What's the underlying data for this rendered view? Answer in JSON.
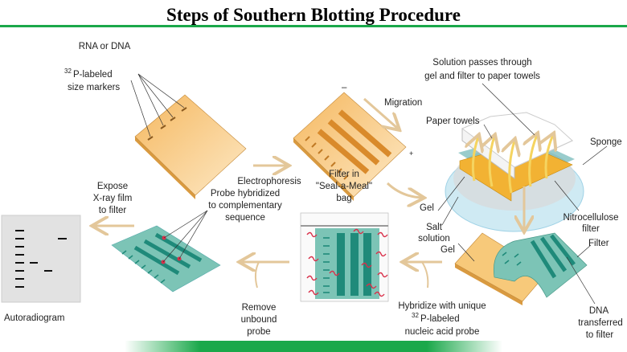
{
  "title": "Steps of Southern Blotting Procedure",
  "labels": {
    "rna_dna": "RNA or DNA",
    "markers_sup": "32",
    "markers_l1": "P-labeled",
    "markers_l2": "size markers",
    "electrophoresis": "Electrophoresis",
    "minus": "–",
    "plus": "+",
    "migration": "Migration",
    "solution_l1": "Solution passes through",
    "solution_l2": "gel and filter to paper towels",
    "paper_towels": "Paper towels",
    "sponge": "Sponge",
    "gel_dish": "Gel",
    "salt_l1": "Salt",
    "salt_l2": "solution",
    "nitro_l1": "Nitrocellulose",
    "nitro_l2": "filter",
    "gel_transfer": "Gel",
    "filter": "Filter",
    "dna_l1": "DNA",
    "dna_l2": "transferred",
    "dna_l3": "to filter",
    "hyb_l1": "Hybridize with unique",
    "hyb_sup": "32",
    "hyb_l2": "P-labeled",
    "hyb_l3": "nucleic acid probe",
    "bag_l1": "Filter in",
    "bag_l2": "\"Seal-a-Meal\"",
    "bag_l3": "bag",
    "remove_l1": "Remove",
    "remove_l2": "unbound",
    "remove_l3": "probe",
    "probe_l1": "Probe hybridized",
    "probe_l2": "to complementary",
    "probe_l3": "sequence",
    "expose_l1": "Expose",
    "expose_l2": "X-ray film",
    "expose_l3": "to filter",
    "autoradiogram": "Autoradiogram"
  },
  "colors": {
    "gel": "#f7c97a",
    "band": "#d98a2b",
    "filter": "#7cc4b6",
    "filter_band": "#1f8a7a",
    "probe": "#d9304a",
    "dish": "#cfeaf3",
    "accent_green": "#1aa84a"
  }
}
